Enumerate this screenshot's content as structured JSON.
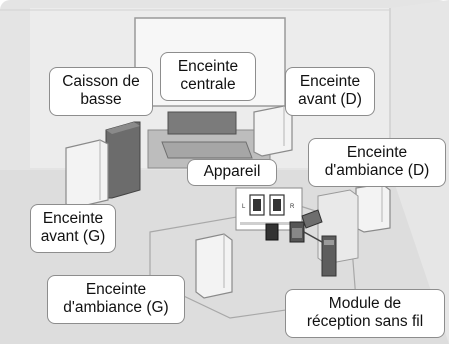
{
  "labels": {
    "subwoofer": {
      "line1": "Caisson de",
      "line2": "basse"
    },
    "center_speaker": {
      "line1": "Enceinte",
      "line2": "centrale"
    },
    "front_right": {
      "line1": "Enceinte",
      "line2": "avant (D)"
    },
    "surround_right": {
      "line1": "Enceinte",
      "line2": "d'ambiance (D)"
    },
    "device": {
      "line1": "Appareil"
    },
    "front_left": {
      "line1": "Enceinte",
      "line2": "avant (G)"
    },
    "surround_left": {
      "line1": "Enceinte",
      "line2": "d'ambiance (G)"
    },
    "wireless_module": {
      "line1": "Module de",
      "line2": "réception sans fil"
    }
  },
  "inset": {
    "left_marker": "L",
    "right_marker": "R"
  },
  "colors": {
    "background": "#e3e3e3",
    "wall": "#eaeaea",
    "floor": "#d8d8d8",
    "speaker_light": "#f4f4f4",
    "speaker_dark": "#6f6f6f",
    "callout_border": "#8d8d8d"
  }
}
